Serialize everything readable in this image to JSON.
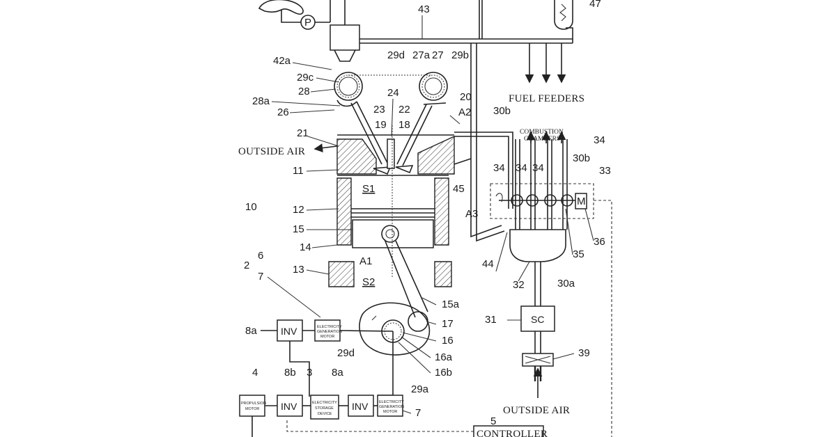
{
  "labels": {
    "fuel_feeders": "FUEL FEEDERS",
    "outside_air_left": "OUTSIDE AIR",
    "outside_air_bottom": "OUTSIDE AIR",
    "combustion_chambers": [
      "COMBUSTION",
      "CHAMBERS"
    ],
    "controller": "CONTROLLER",
    "s1": "S1",
    "s2": "S2"
  },
  "blocks": {
    "inv_top": "INV",
    "inv_bottom_left": "INV",
    "inv_bottom_right": "INV",
    "sc": "SC",
    "m": "M",
    "p": "P",
    "egm_top": [
      "ELECTRICITY",
      "GENERATION",
      "MOTOR"
    ],
    "egm_bottom": [
      "ELECTRICITY",
      "GENERATION",
      "MOTOR"
    ],
    "propulsion_motor": [
      "PROPULSION",
      "MOTOR"
    ],
    "storage": [
      "ELECTRICITY",
      "STORAGE",
      "DEVICE"
    ]
  },
  "refs": {
    "r43": "43",
    "r47": "47",
    "r42a": "42a",
    "r29d_top": "29d",
    "r27a": "27a",
    "r27": "27",
    "r29b": "29b",
    "r29c": "29c",
    "r28": "28",
    "r28a": "28a",
    "r26": "26",
    "r24": "24",
    "r20": "20",
    "r23": "23",
    "r22": "22",
    "rA2": "A2",
    "r30b_top": "30b",
    "r19": "19",
    "r18": "18",
    "r21": "21",
    "r11": "11",
    "r34a": "34",
    "r34b": "34",
    "r34c": "34",
    "r34d": "34",
    "r30b_right": "30b",
    "r33": "33",
    "r45": "45",
    "r10": "10",
    "r12": "12",
    "r15": "15",
    "rA3": "A3",
    "r36": "36",
    "r6": "6",
    "r2": "2",
    "r7": "7",
    "r14": "14",
    "r13": "13",
    "rA1": "A1",
    "r44": "44",
    "r35": "35",
    "r32": "32",
    "r30a": "30a",
    "r15a": "15a",
    "r31": "31",
    "r17": "17",
    "r8a_top": "8a",
    "r16": "16",
    "r29d_bottom": "29d",
    "r16a": "16a",
    "r16b": "16b",
    "r39": "39",
    "r4": "4",
    "r8b": "8b",
    "r3": "3",
    "r8a_bottom": "8a",
    "r29a": "29a",
    "r7_bottom": "7",
    "r5": "5"
  }
}
